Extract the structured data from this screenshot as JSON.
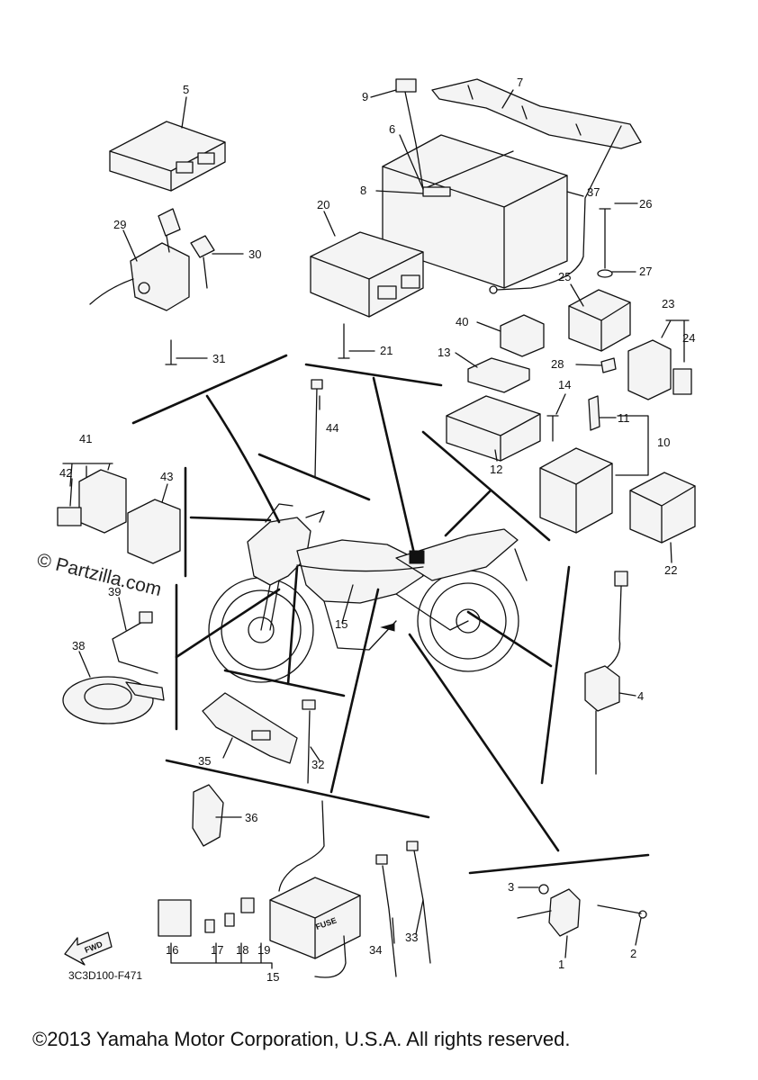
{
  "watermark": "© Partzilla.com",
  "diagram_code": "3C3D100-F471",
  "copyright": "©2013 Yamaha Motor Corporation, U.S.A. All rights reserved.",
  "fuse_text": "FUSE",
  "fwd_text": "FWD",
  "callouts": {
    "n1": "1",
    "n2": "2",
    "n3": "3",
    "n4": "4",
    "n5": "5",
    "n6": "6",
    "n7": "7",
    "n8": "8",
    "n9": "9",
    "n10": "10",
    "n11": "11",
    "n12": "12",
    "n13": "13",
    "n14": "14",
    "n15a": "15",
    "n15b": "15",
    "n16": "16",
    "n17": "17",
    "n18": "18",
    "n19": "19",
    "n20": "20",
    "n21": "21",
    "n22": "22",
    "n23": "23",
    "n24": "24",
    "n25": "25",
    "n26": "26",
    "n27": "27",
    "n28": "28",
    "n29": "29",
    "n30": "30",
    "n31": "31",
    "n32": "32",
    "n33": "33",
    "n34": "34",
    "n35": "35",
    "n36": "36",
    "n37": "37",
    "n38": "38",
    "n39": "39",
    "n40": "40",
    "n41": "41",
    "n42": "42",
    "n43": "43",
    "n44": "44"
  }
}
